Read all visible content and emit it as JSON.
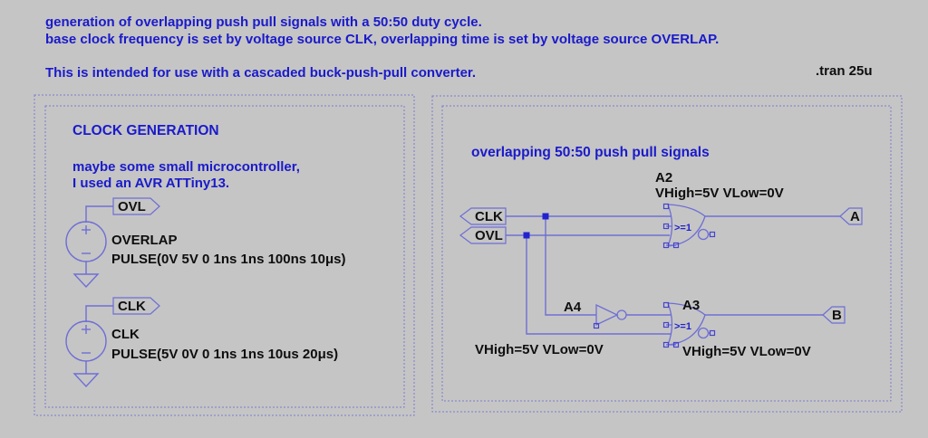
{
  "header": {
    "line1": "generation of overlapping push pull signals with a 50:50 duty cycle.",
    "line2": "base clock frequency is set by voltage source CLK, overlapping time is set by voltage source OVERLAP.",
    "line3": "This is intended for use with a cascaded buck-push-pull converter.",
    "directive": ".tran 25u"
  },
  "colors": {
    "background": "#c5c5c5",
    "comment_blue": "#1a1acb",
    "wire_blue": "#6e6ed6",
    "junction_blue": "#2222d0",
    "text_black": "#0e0e0e"
  },
  "clock_box": {
    "title": "CLOCK GENERATION",
    "note_line1": "maybe some small microcontroller,",
    "note_line2": "I used an AVR ATTiny13.",
    "sources": [
      {
        "tag": "OVL",
        "name": "OVERLAP",
        "value": "PULSE(0V 5V 0 1ns 1ns 100ns 10μs)"
      },
      {
        "tag": "CLK",
        "name": "CLK",
        "value": "PULSE(5V 0V 0 1ns 1ns 10us 20μs)"
      }
    ]
  },
  "logic_box": {
    "title": "overlapping 50:50 push pull signals",
    "input_tags": [
      "CLK",
      "OVL"
    ],
    "output_tags": [
      "A",
      "B"
    ],
    "gates": [
      {
        "name": "A2",
        "params": "VHigh=5V VLow=0V",
        "symbol_label": ">=1"
      },
      {
        "name": "A4",
        "params": "VHigh=5V VLow=0V",
        "symbol_label": ""
      },
      {
        "name": "A3",
        "params": "VHigh=5V VLow=0V",
        "symbol_label": ">=1"
      }
    ]
  }
}
